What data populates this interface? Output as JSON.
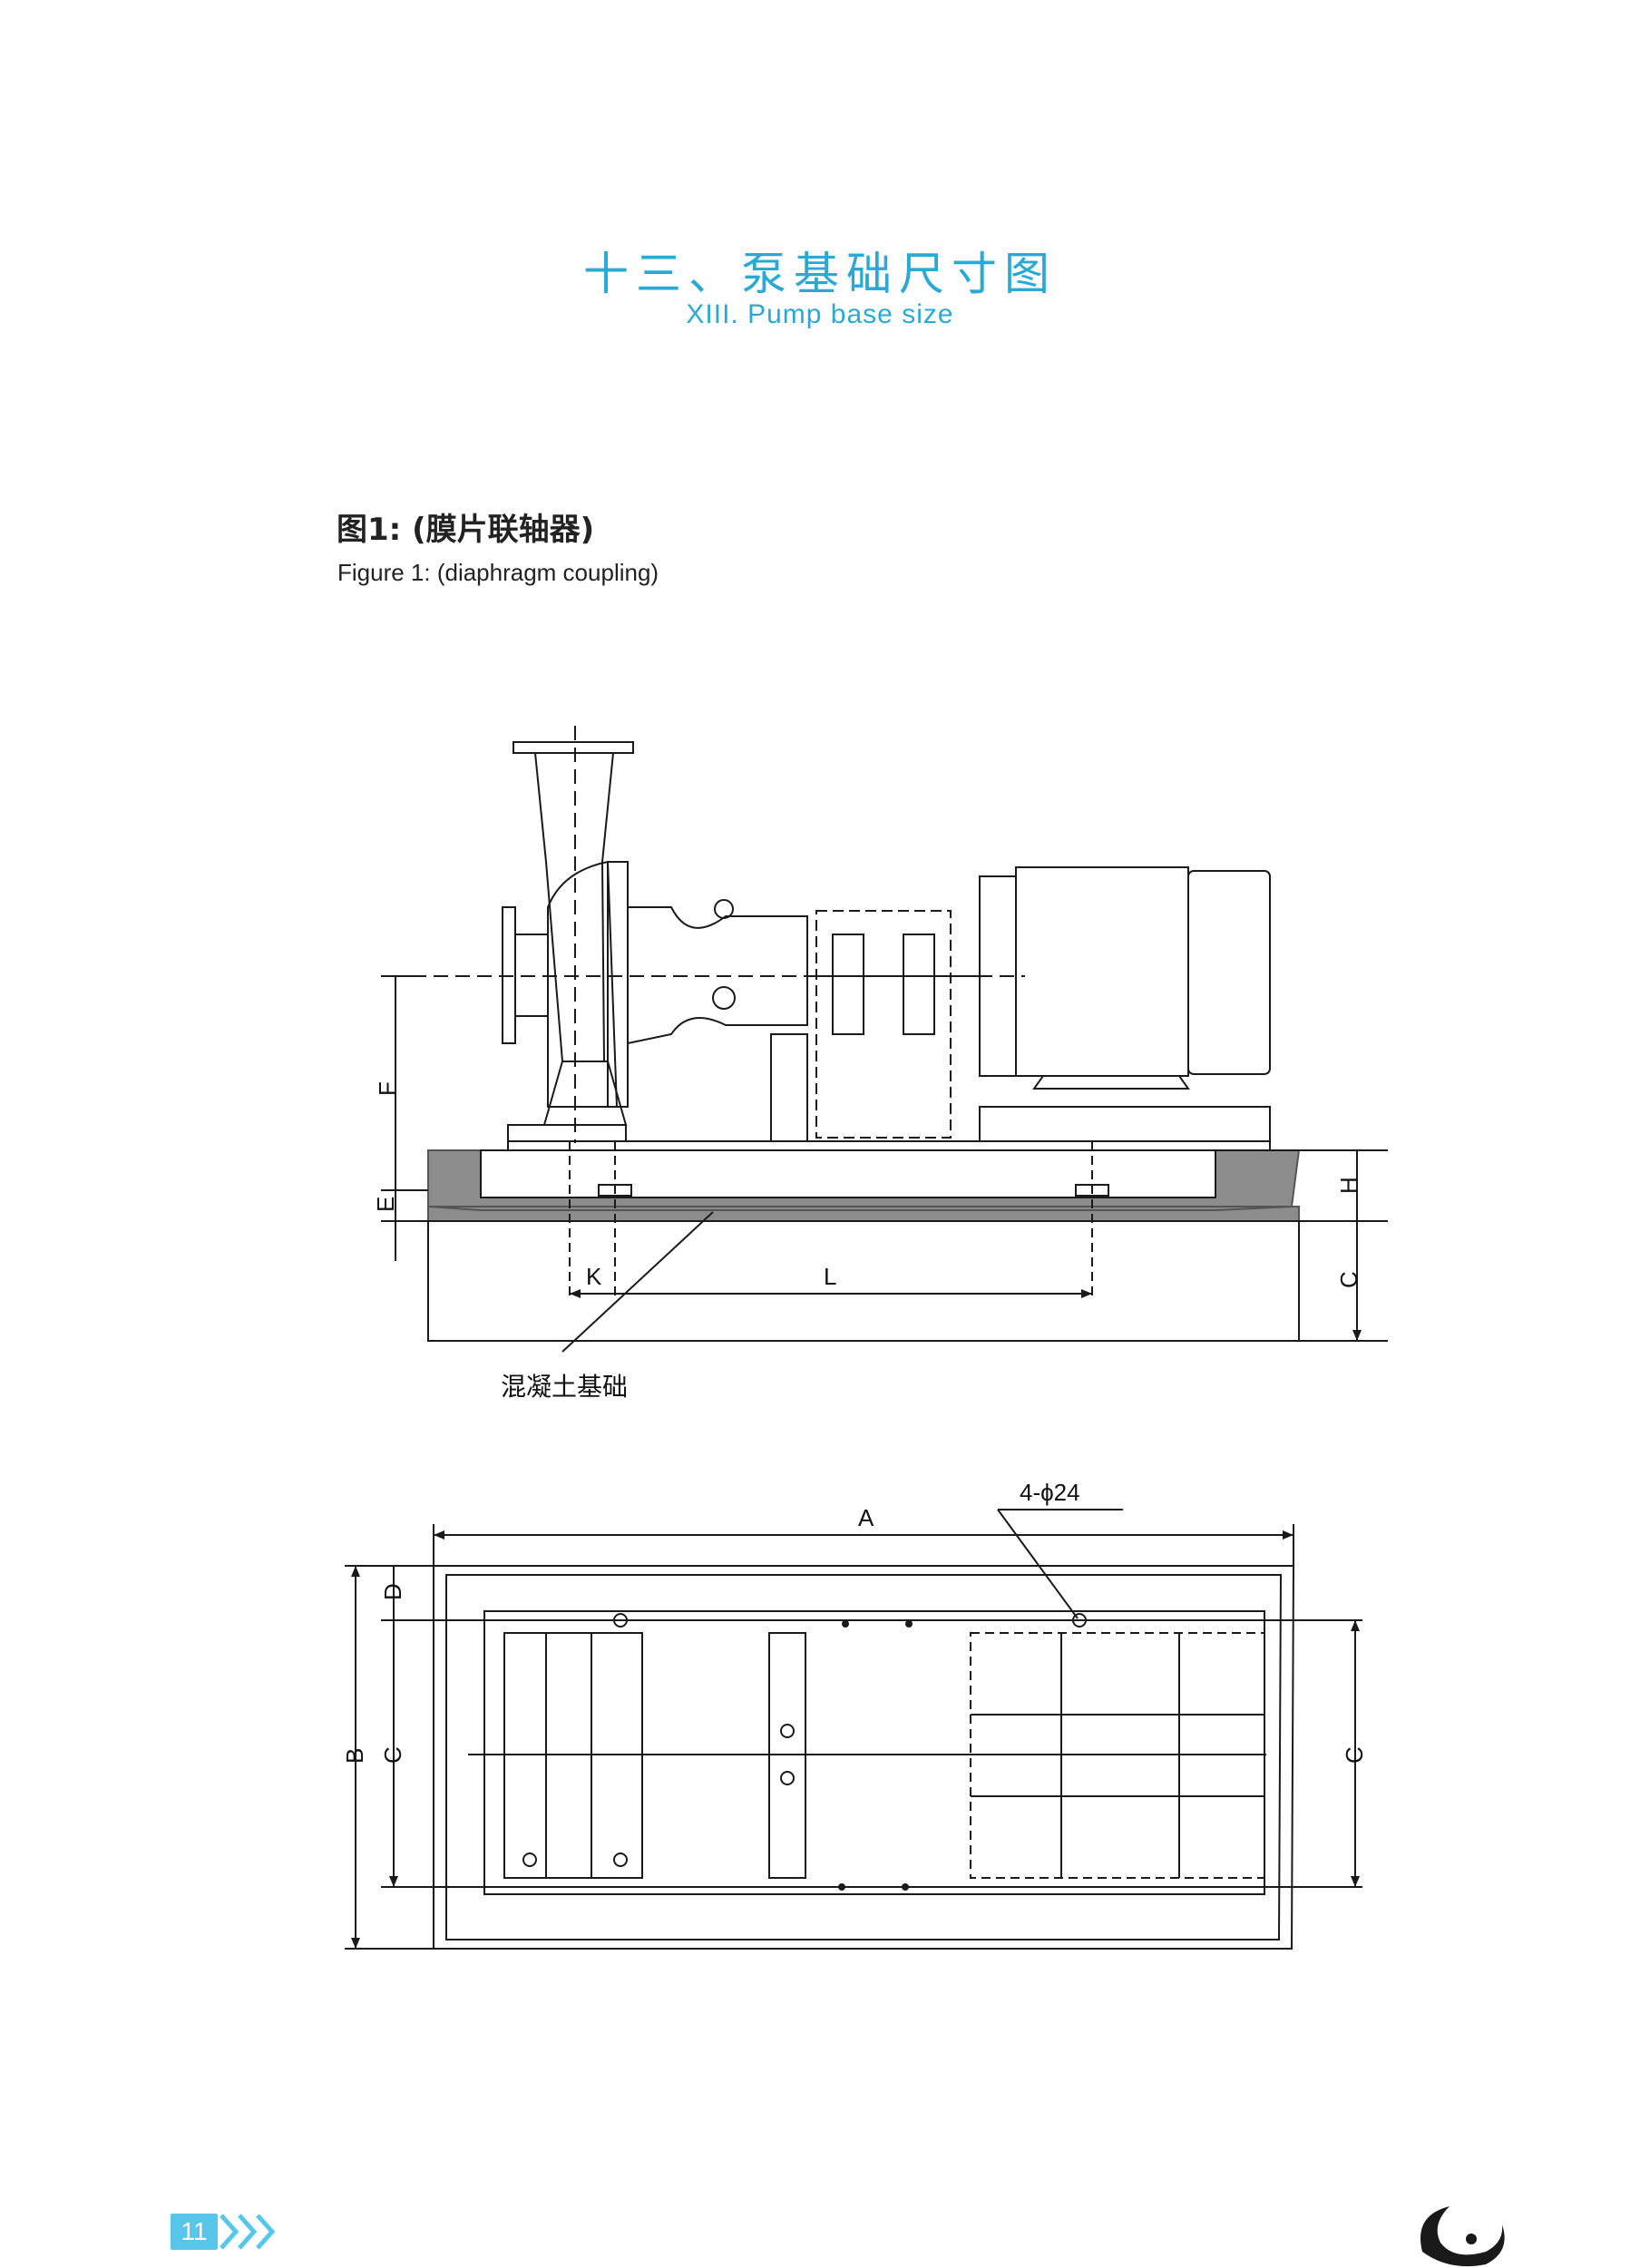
{
  "title": {
    "cn": "十三、泵基础尺寸图",
    "en": "XIII. Pump base size"
  },
  "figure": {
    "caption_cn": "图1: (膜片联轴器)",
    "caption_en": "Figure 1: (diaphragm coupling)"
  },
  "side_view": {
    "dim_labels": {
      "F": "F",
      "E": "E",
      "K": "K",
      "L": "L",
      "H": "H",
      "C": "C"
    },
    "concrete_label": "混凝土基础"
  },
  "top_view": {
    "dim_labels": {
      "A": "A",
      "B": "B",
      "C_left": "C",
      "C_right": "C",
      "D": "D"
    },
    "hole_callout": "4-ϕ24"
  },
  "footer": {
    "page_number": "11"
  },
  "colors": {
    "accent": "#2aa9d6",
    "footer_badge": "#57c6e8",
    "concrete_fill": "#8c8c8c",
    "line": "#1a1a1a"
  }
}
